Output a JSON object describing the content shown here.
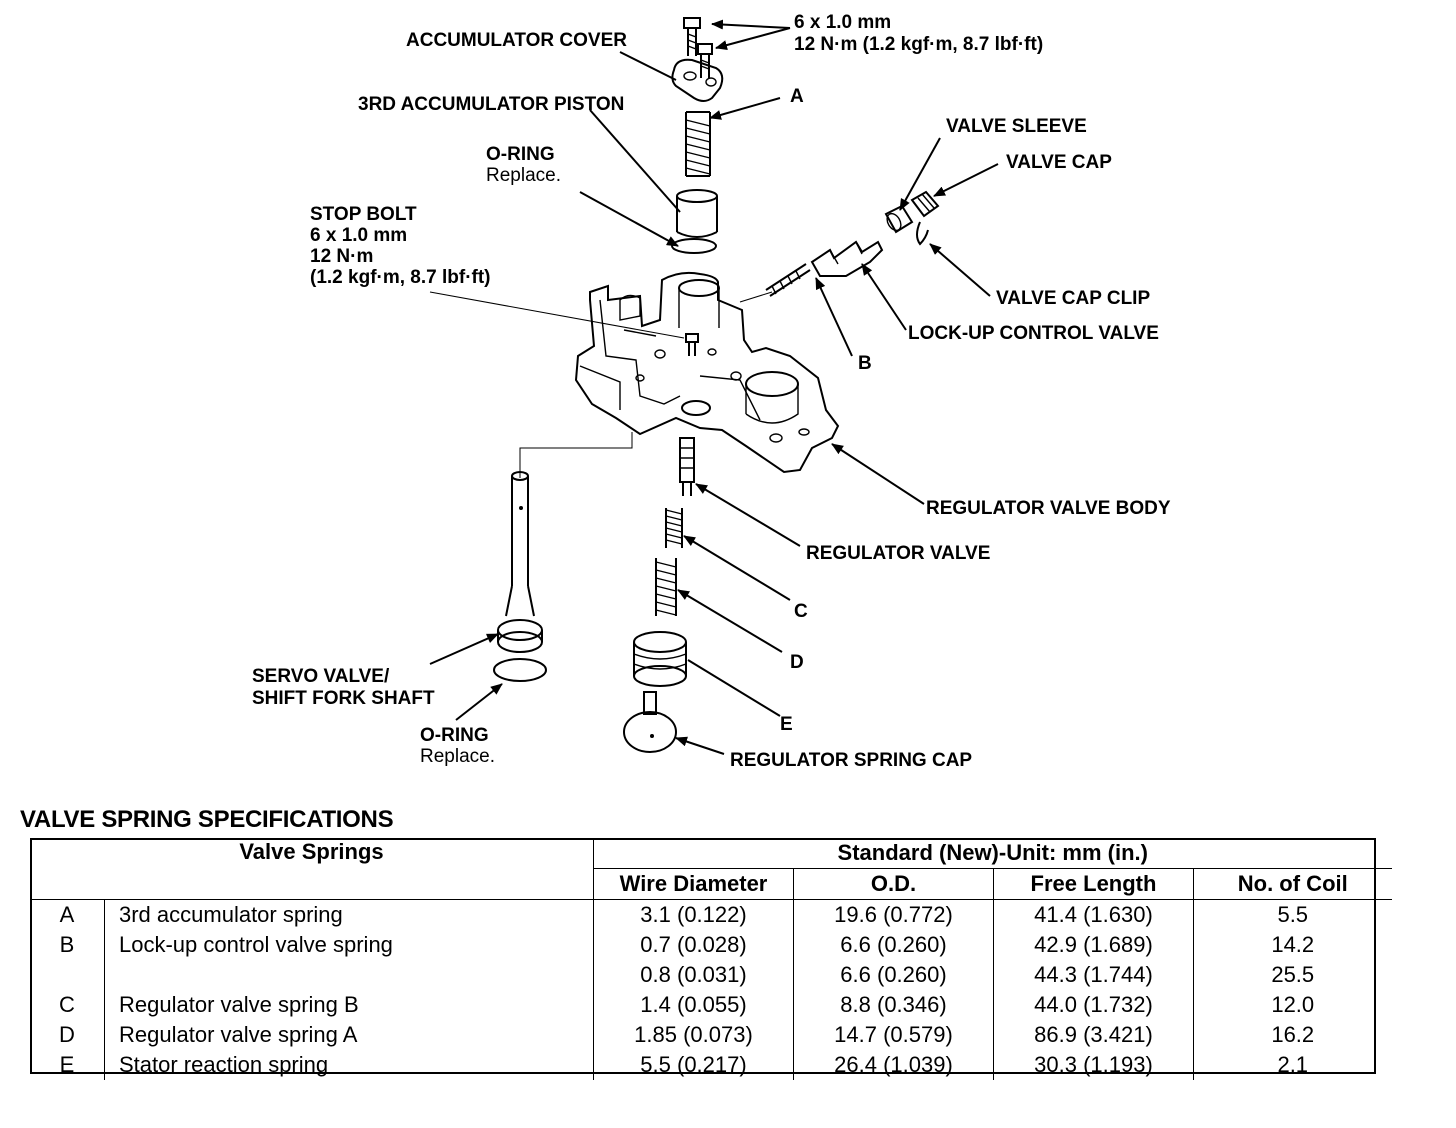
{
  "labels": {
    "bolt_spec_line1": "6 x 1.0 mm",
    "bolt_spec_line2": "12 N·m (1.2 kgf·m, 8.7 lbf·ft)",
    "accumulator_cover": "ACCUMULATOR COVER",
    "third_accumulator_piston": "3RD ACCUMULATOR PISTON",
    "letter_a": "A",
    "o_ring_top": "O-RING",
    "o_ring_top_note": "Replace.",
    "stop_bolt": "STOP BOLT",
    "stop_bolt_size": "6 x 1.0 mm",
    "stop_bolt_torque": "12 N·m",
    "stop_bolt_torque_alt": "(1.2 kgf·m, 8.7 lbf·ft)",
    "valve_sleeve": "VALVE SLEEVE",
    "valve_cap": "VALVE CAP",
    "valve_cap_clip": "VALVE CAP CLIP",
    "lock_up_control_valve": "LOCK-UP CONTROL VALVE",
    "letter_b": "B",
    "regulator_valve_body": "REGULATOR VALVE BODY",
    "regulator_valve": "REGULATOR VALVE",
    "letter_c": "C",
    "letter_d": "D",
    "letter_e": "E",
    "servo_valve_line1": "SERVO VALVE/",
    "servo_valve_line2": "SHIFT FORK SHAFT",
    "o_ring_bottom": "O-RING",
    "o_ring_bottom_note": "Replace.",
    "regulator_spring_cap": "REGULATOR SPRING CAP"
  },
  "spec": {
    "title": "VALVE SPRING SPECIFICATIONS",
    "col_valve_springs": "Valve Springs",
    "col_standard": "Standard (New)-Unit: mm (in.)",
    "col_wire": "Wire Diameter",
    "col_od": "O.D.",
    "col_free": "Free Length",
    "col_coil": "No. of Coil",
    "rows": [
      {
        "letter": "A",
        "name": "3rd accumulator spring",
        "wire": "3.1 (0.122)",
        "od": "19.6 (0.772)",
        "free": "41.4 (1.630)",
        "coil": "5.5"
      },
      {
        "letter": "B",
        "name": "Lock-up control valve spring",
        "wire": "0.7 (0.028)",
        "od": "6.6 (0.260)",
        "free": "42.9 (1.689)",
        "coil": "14.2"
      },
      {
        "letter": "",
        "name": "",
        "wire": "0.8 (0.031)",
        "od": "6.6 (0.260)",
        "free": "44.3 (1.744)",
        "coil": "25.5"
      },
      {
        "letter": "C",
        "name": "Regulator valve spring B",
        "wire": "1.4 (0.055)",
        "od": "8.8 (0.346)",
        "free": "44.0 (1.732)",
        "coil": "12.0"
      },
      {
        "letter": "D",
        "name": "Regulator valve spring A",
        "wire": "1.85 (0.073)",
        "od": "14.7 (0.579)",
        "free": "86.9 (3.421)",
        "coil": "16.2"
      },
      {
        "letter": "E",
        "name": "Stator reaction spring",
        "wire": "5.5 (0.217)",
        "od": "26.4 (1.039)",
        "free": "30.3 (1.193)",
        "coil": "2.1"
      }
    ]
  }
}
